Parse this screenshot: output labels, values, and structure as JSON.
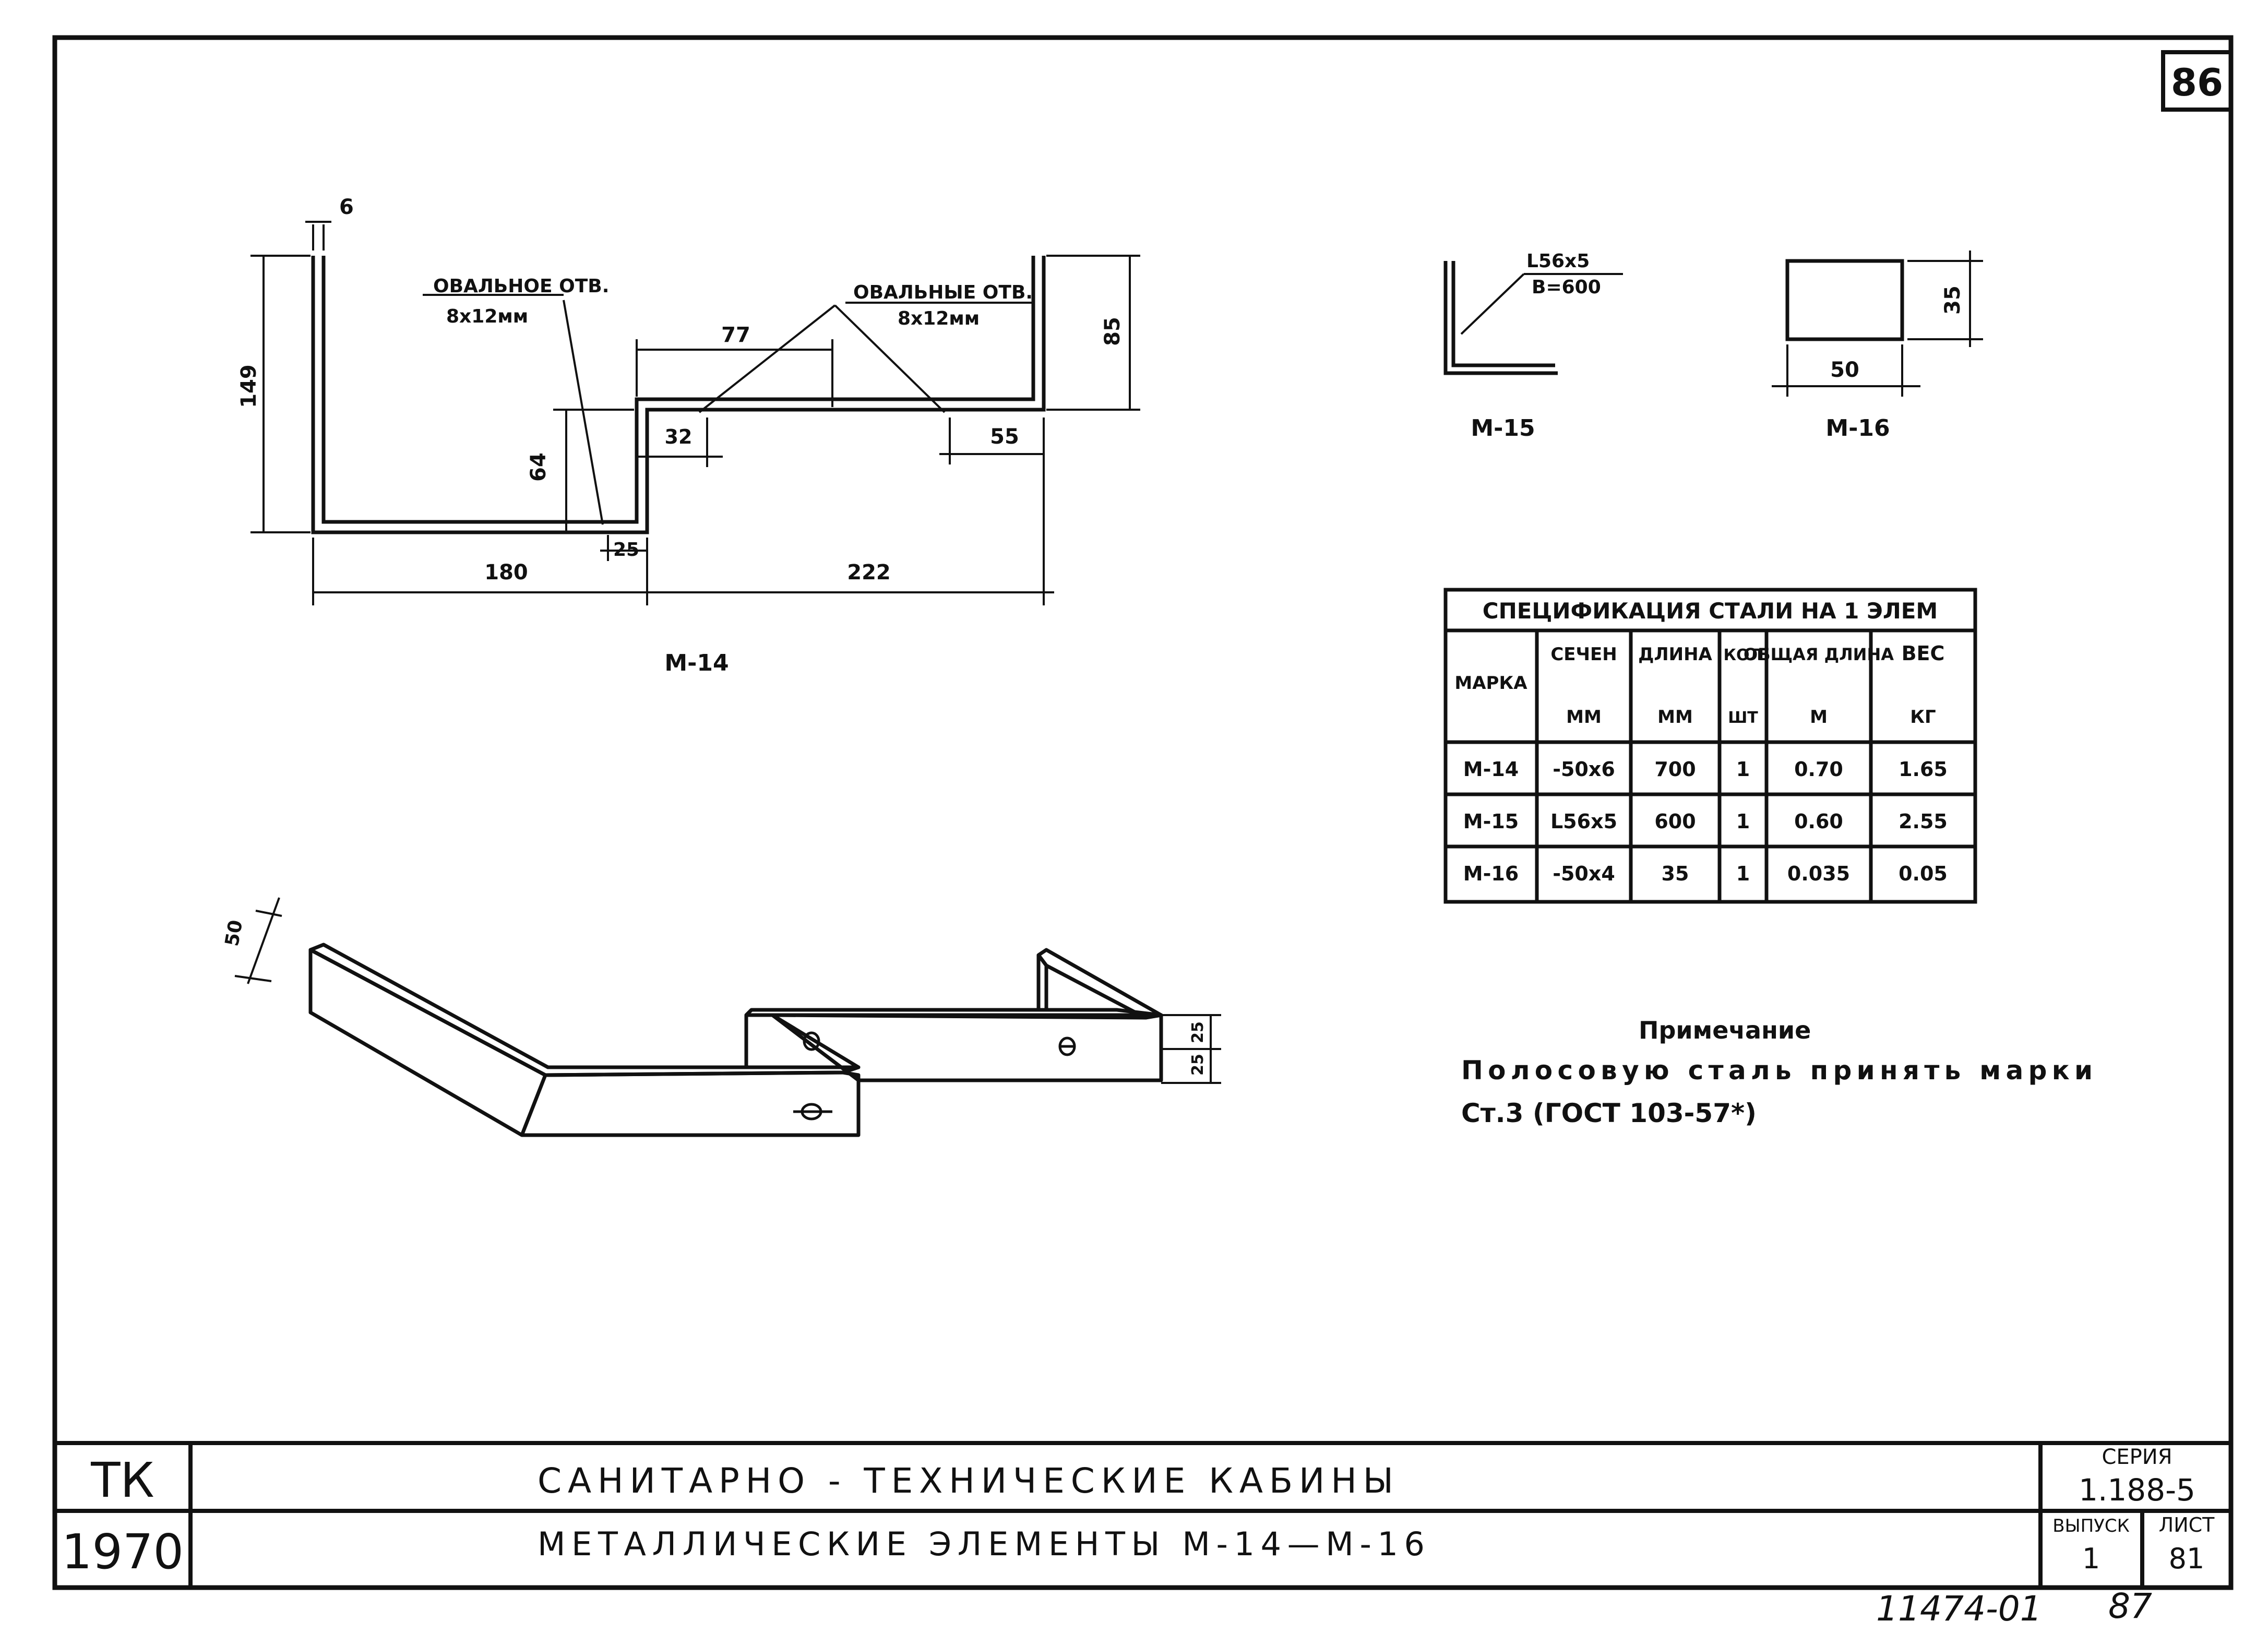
{
  "sheet_number": "86",
  "m14": {
    "label": "М-14",
    "dim_thickness": "6",
    "dim_height_left": "149",
    "dim_height_right": "85",
    "dim_step": "64",
    "dim_77": "77",
    "dim_32": "32",
    "dim_55": "55",
    "dim_25": "25",
    "dim_180": "180",
    "dim_222": "222",
    "oval_hole_title": "ОВАЛЬНОЕ ОТВ.",
    "oval_hole_size": "8х12мм",
    "oval_holes_title": "ОВАЛЬНЫЕ ОТВ.",
    "oval_holes_size": "8х12мм"
  },
  "m15": {
    "label": "М-15",
    "section": "L56х5",
    "length": "В=600"
  },
  "m16": {
    "label": "М-16",
    "width": "50",
    "height": "35"
  },
  "iso": {
    "dim_50": "50",
    "dim_25a": "25",
    "dim_25b": "25"
  },
  "spec_table": {
    "title": "СПЕЦИФИКАЦИЯ СТАЛИ НА 1 ЭЛЕМ",
    "headers": {
      "mark": "МАРКА",
      "section": "СЕЧЕН",
      "section_unit": "ММ",
      "length": "ДЛИНА",
      "length_unit": "ММ",
      "qty": "КОЛ",
      "qty_unit": "ШТ",
      "total": "ОБЩАЯ ДЛИНА",
      "total_unit": "М",
      "weight": "ВЕС",
      "weight_unit": "КГ"
    },
    "rows": [
      {
        "mark": "М-14",
        "section": "-50х6",
        "length": "700",
        "qty": "1",
        "total": "0.70",
        "weight": "1.65"
      },
      {
        "mark": "М-15",
        "section": "L56х5",
        "length": "600",
        "qty": "1",
        "total": "0.60",
        "weight": "2.55"
      },
      {
        "mark": "М-16",
        "section": "-50х4",
        "length": "35",
        "qty": "1",
        "total": "0.035",
        "weight": "0.05"
      }
    ]
  },
  "note": {
    "title": "Примечание",
    "line1": "Полосовую сталь принять марки",
    "line2": "Ст.3 (ГОСТ 103-57*)"
  },
  "title_block": {
    "org": "ТК",
    "year": "1970",
    "title1": "САНИТАРНО - ТЕХНИЧЕСКИЕ КАБИНЫ",
    "title2": "МЕТАЛЛИЧЕСКИЕ ЭЛЕМЕНТЫ М-14—М-16",
    "series_label": "СЕРИЯ",
    "series_value": "1.188-5",
    "issue_label": "ВЫПУСК",
    "issue_value": "1",
    "sheet_label": "ЛИСТ",
    "sheet_value": "81"
  },
  "footer": {
    "code": "11474-01",
    "page": "87"
  }
}
